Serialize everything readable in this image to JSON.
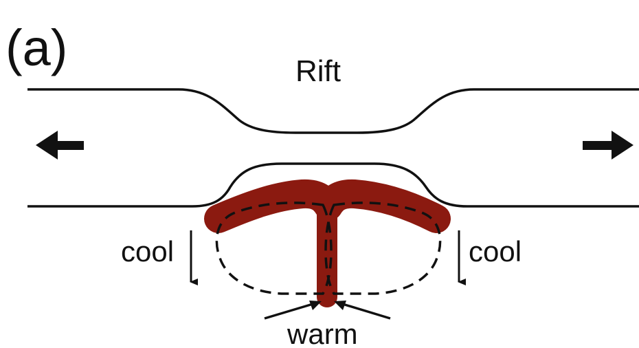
{
  "panel_label": "(a)",
  "title": "Rift",
  "left_annotation": "cool",
  "right_annotation": "cool",
  "bottom_annotation": "warm",
  "colors": {
    "line": "#111111",
    "magma": "#8b1a10",
    "background": "#ffffff"
  }
}
